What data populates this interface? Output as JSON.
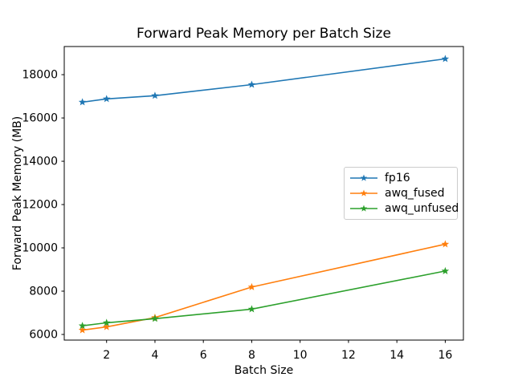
{
  "figure": {
    "kind": "matplotlib-line-chart",
    "background": "#ffffff"
  },
  "chart_data": {
    "type": "line",
    "title": "Forward Peak Memory per Batch Size",
    "xlabel": "Batch Size",
    "ylabel": "Forward Peak Memory (MB)",
    "x": [
      1,
      2,
      4,
      8,
      16
    ],
    "series": [
      {
        "name": "fp16",
        "color": "#1f77b4",
        "marker": "star",
        "values": [
          16730,
          16880,
          17030,
          17540,
          18730
        ]
      },
      {
        "name": "awq_fused",
        "color": "#ff7f0e",
        "marker": "star",
        "values": [
          6200,
          6350,
          6780,
          8190,
          10170
        ]
      },
      {
        "name": "awq_unfused",
        "color": "#2ca02c",
        "marker": "star",
        "values": [
          6400,
          6540,
          6730,
          7170,
          8930
        ]
      }
    ],
    "xticks": [
      2,
      4,
      6,
      8,
      10,
      12,
      14,
      16
    ],
    "yticks": [
      6000,
      8000,
      10000,
      12000,
      14000,
      16000,
      18000
    ],
    "xlim": [
      0.25,
      16.75
    ],
    "ylim": [
      5740,
      19300
    ],
    "grid": false,
    "legend": {
      "position": "center-right",
      "entries": [
        "fp16",
        "awq_fused",
        "awq_unfused"
      ]
    },
    "axis_color": "#000000",
    "text_color": "#000000"
  }
}
